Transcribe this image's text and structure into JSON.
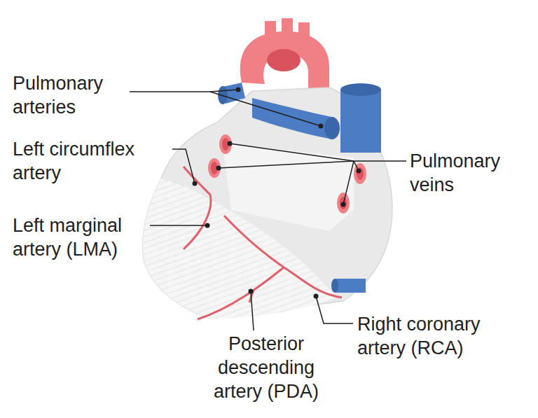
{
  "diagram": {
    "labels": [
      "Pulmonary arteries",
      "Left circumflex artery",
      "Pulmonary veins",
      "Left marginal artery (LMA)",
      "Right coronary artery (RCA)",
      "Posterior descending artery (PDA)"
    ]
  }
}
